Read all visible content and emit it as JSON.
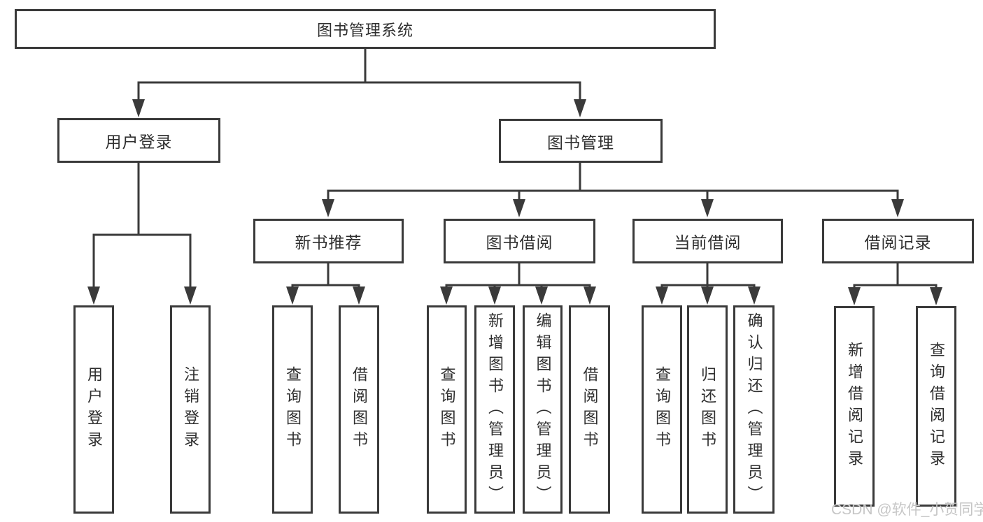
{
  "tree": {
    "root": {
      "label": "图书管理系统"
    },
    "level2": [
      {
        "label": "用户登录"
      },
      {
        "label": "图书管理"
      }
    ],
    "level3": [
      {
        "label": "新书推荐"
      },
      {
        "label": "图书借阅"
      },
      {
        "label": "当前借阅"
      },
      {
        "label": "借阅记录"
      }
    ],
    "leaves": {
      "user_login": [
        {
          "label": "用户登录"
        },
        {
          "label": "注销登录"
        }
      ],
      "new_book": [
        {
          "label": "查询图书"
        },
        {
          "label": "借阅图书"
        }
      ],
      "book_borrow": [
        {
          "label": "查询图书"
        },
        {
          "label": "新增图书（管理员）"
        },
        {
          "label": "编辑图书（管理员）"
        },
        {
          "label": "借阅图书"
        }
      ],
      "current_borrow": [
        {
          "label": "查询图书"
        },
        {
          "label": "归还图书"
        },
        {
          "label": "确认归还（管理员）"
        }
      ],
      "borrow_records": [
        {
          "label": "新增借阅记录"
        },
        {
          "label": "查询借阅记录"
        }
      ]
    }
  },
  "watermark": {
    "text": "CSDN @软件_小贺同学"
  },
  "colors": {
    "line": "#3a3a3a",
    "text": "#2f2f2f",
    "watermark": "#c6c6c6",
    "background": "#ffffff"
  }
}
